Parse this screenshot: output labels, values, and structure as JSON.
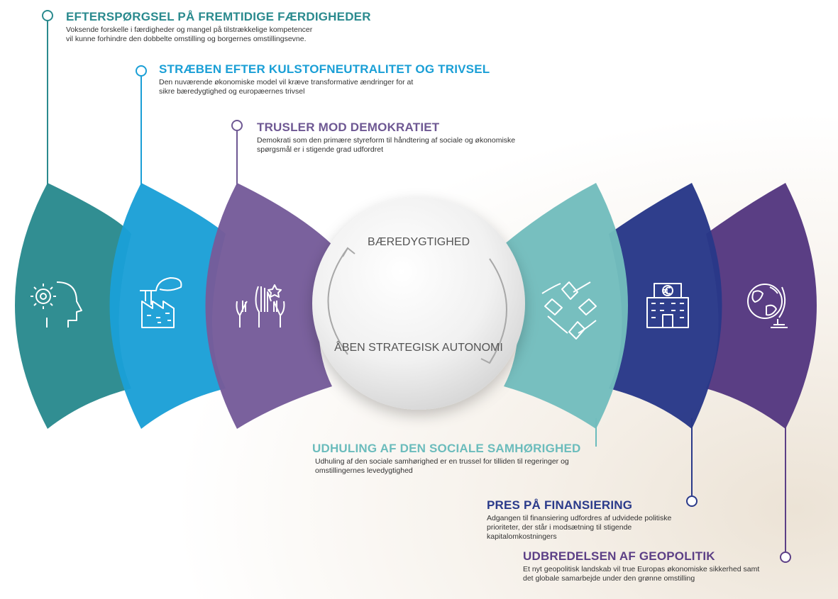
{
  "center": {
    "top_label": "BÆREDYGTIGHED",
    "bottom_label": "ÅBEN STRATEGISK AUTONOMI"
  },
  "callouts": [
    {
      "title": "EFTERSPØRGSEL PÅ FREMTIDIGE FÆRDIGHEDER",
      "text": "Voksende forskelle i færdigheder og mangel på tilstrækkelige kompetencer vil kunne forhindre den dobbelte omstilling og borgernes omstillingsevne.",
      "color": "#2a8a8e",
      "icon": "head-gear-icon"
    },
    {
      "title": "STRÆBEN EFTER KULSTOFNEUTRALITET OG TRIVSEL",
      "text": "Den nuværende økonomiske model vil kræve transformative ændringer for at sikre bæredygtighed og europæernes trivsel",
      "color": "#1a9fd6",
      "icon": "factory-leaf-icon"
    },
    {
      "title": "TRUSLER MOD DEMOKRATIET",
      "text": "Demokrati som den primære styreform til håndtering af sociale og økonomiske spørgsmål er i stigende grad udfordret",
      "color": "#6e5893",
      "icon": "raised-hands-icon"
    },
    {
      "title": "UDHULING AF DEN SOCIALE SAMHØRIGHED",
      "text": "Udhuling af den sociale samhørighed er en trussel for tilliden til regeringer og omstillingernes levedygtighed",
      "color": "#6bbcbc",
      "icon": "linked-hands-icon"
    },
    {
      "title": "PRES PÅ FINANSIERING",
      "text": "Adgangen til finansiering udfordres af udvidede politiske prioriteter, der står i modsætning til stigende kapitalomkostningers",
      "color": "#2a3a8a",
      "icon": "euro-building-icon"
    },
    {
      "title": "UDBREDELSEN AF GEOPOLITIK",
      "text": "Et nyt geopolitisk landskab vil true Europas økonomiske sikkerhed samt det globale samarbejde under den grønne omstilling",
      "color": "#5c3f86",
      "icon": "globe-icon"
    }
  ]
}
